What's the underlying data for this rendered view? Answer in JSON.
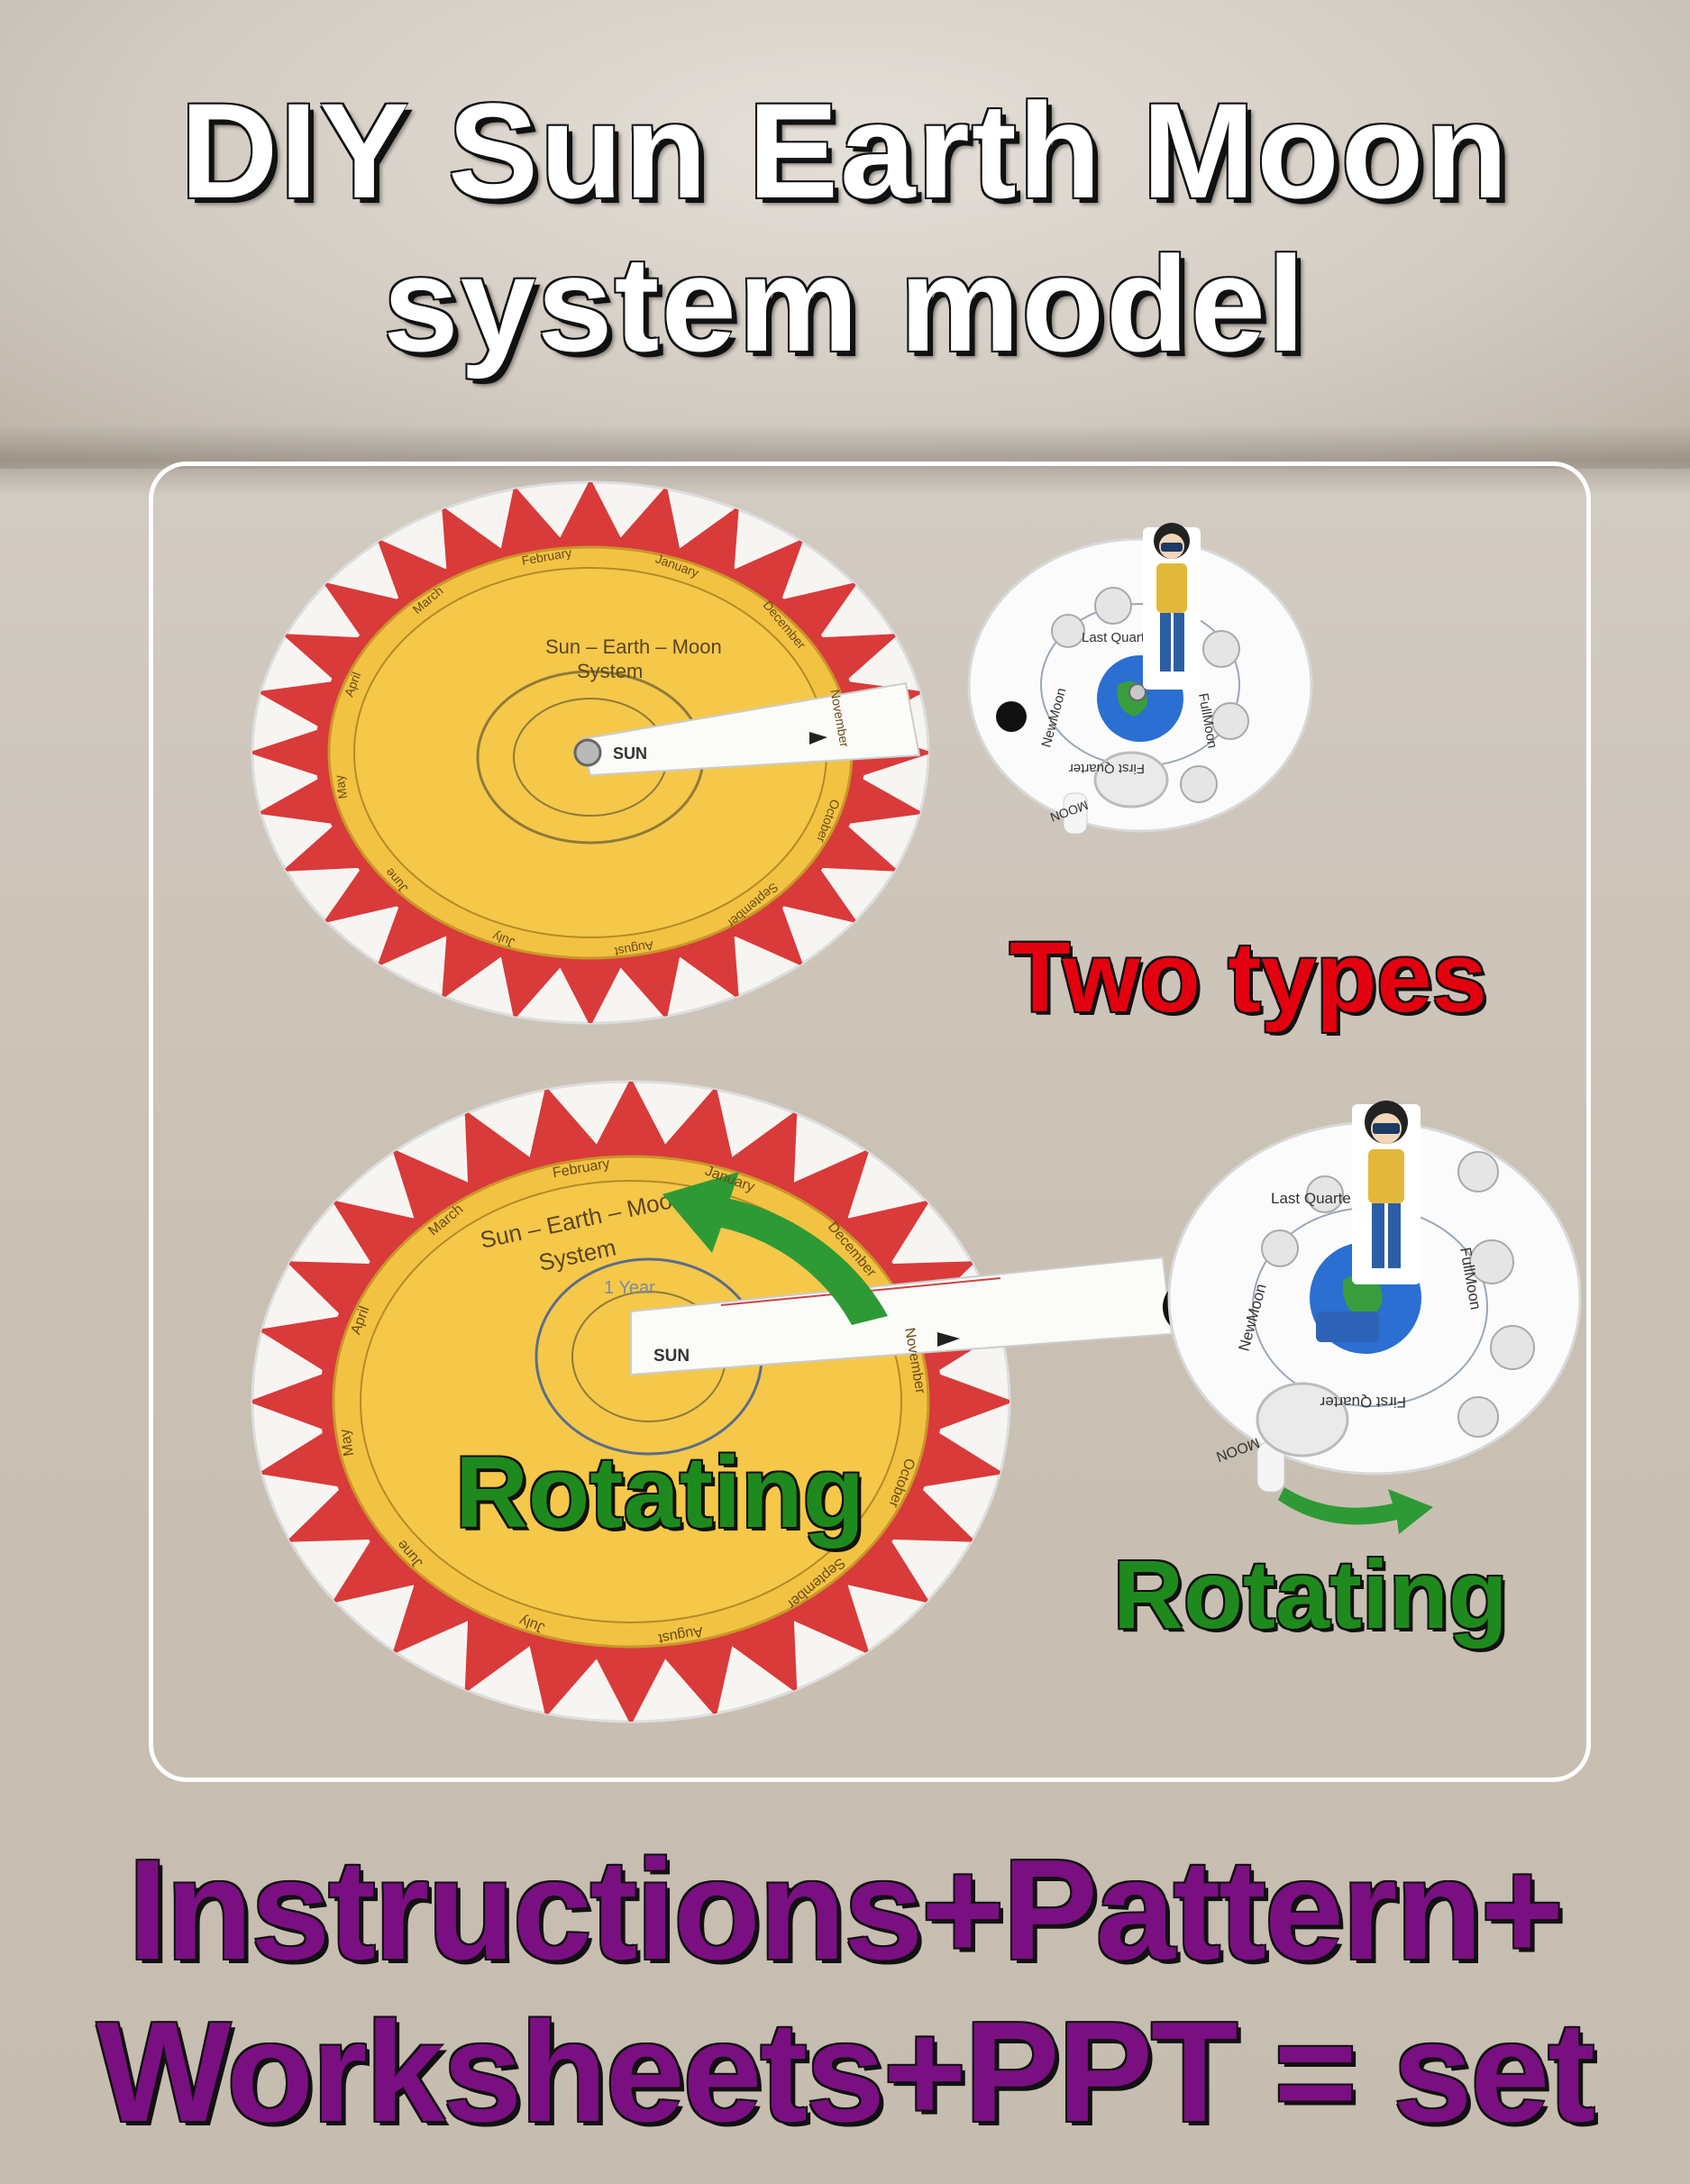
{
  "title": {
    "line1": "DIY  Sun  Earth  Moon",
    "line2": "system  model"
  },
  "callouts": {
    "two_types": "Two  types",
    "rotating_sun": "Rotating",
    "rotating_moon": "Rotating"
  },
  "footer": {
    "line1": "Instructions+Pattern+",
    "line2": "Worksheets+PPT = set"
  },
  "model": {
    "sun_disk_title": "Sun – Earth – Moon",
    "sun_disk_subtitle": "System",
    "sun_label": "SUN",
    "orbit_label": "1 Year",
    "months": [
      "January",
      "February",
      "March",
      "April",
      "May",
      "June",
      "July",
      "August",
      "September",
      "October",
      "November",
      "December"
    ],
    "moon_phases": {
      "last_quarter": "Last Quarter",
      "full_moon": "FullMoon",
      "new_moon": "NewMoon",
      "first_quarter": "First Quarter",
      "moon_tab": "MOON"
    }
  },
  "colors": {
    "headline": "#ffffff",
    "two_types": "#e3000f",
    "rotating": "#1e8a1e",
    "footer": "#7a0f82",
    "sun_red": "#d93a3a",
    "sun_yellow": "#f2c343",
    "arrow_green": "#2e9a35"
  }
}
